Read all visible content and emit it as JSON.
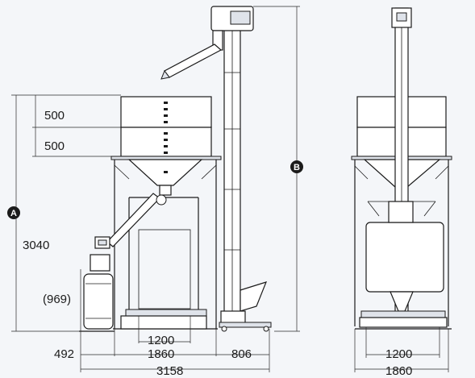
{
  "dimensions": {
    "section_1": "500",
    "section_2": "500",
    "height_a": "3040",
    "feeder_height": "(969)",
    "left_bag_width": "1200",
    "offset_left": "492",
    "main_width": "1860",
    "offset_right": "806",
    "total_width": "3158",
    "right_bag_width": "1200",
    "right_total_width": "1860"
  },
  "markers": {
    "a": "A",
    "b": "B"
  }
}
